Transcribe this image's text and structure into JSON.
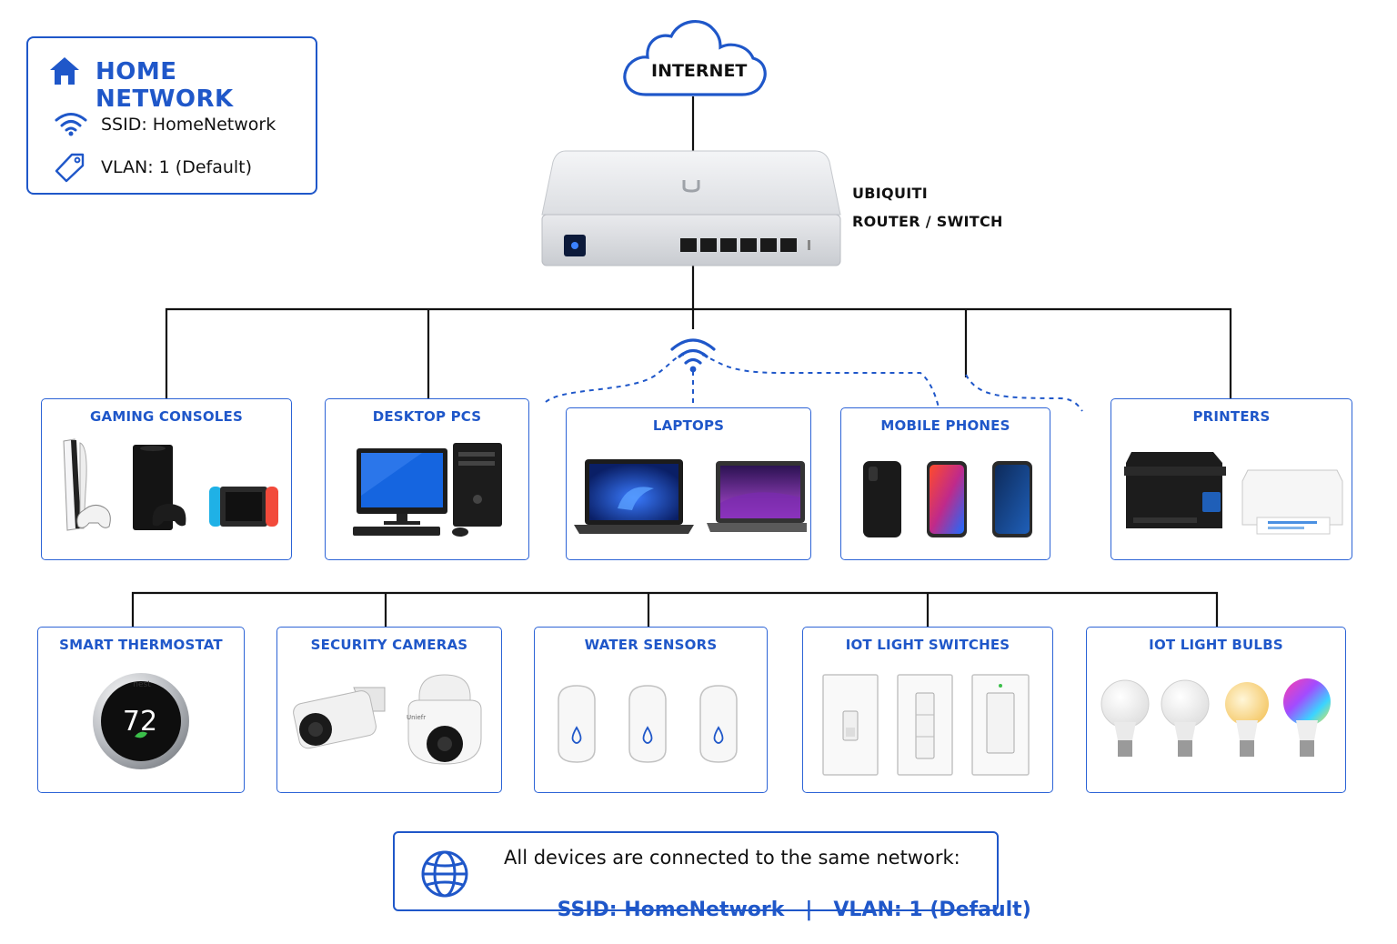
{
  "legend": {
    "title": "HOME NETWORK",
    "ssid": "SSID: HomeNetwork",
    "vlan": "VLAN: 1 (Default)",
    "icons": [
      "home-icon",
      "wifi-icon",
      "tag-icon"
    ]
  },
  "internet": {
    "label": "INTERNET"
  },
  "router": {
    "brand": "UBIQUITI",
    "model": "ROUTER / SWITCH"
  },
  "devices_row1": [
    "GAMING CONSOLES",
    "DESKTOP PCS",
    "LAPTOPS",
    "MOBILE PHONES",
    "PRINTERS"
  ],
  "devices_row2": [
    "SMART THERMOSTAT",
    "SECURITY CAMERAS",
    "WATER SENSORS",
    "IOT LIGHT SWITCHES",
    "IOT LIGHT BULBS"
  ],
  "thermostat": {
    "brand": "nest",
    "temperature": "72"
  },
  "camera": {
    "brand": "Uniefr"
  },
  "footer": {
    "line1": "All devices are connected to the same network:",
    "ssid": "SSID: HomeNetwork",
    "separator": "|",
    "vlan": "VLAN: 1 (Default)"
  },
  "colors": {
    "accent": "#1f57c9",
    "wire": "#111111"
  }
}
